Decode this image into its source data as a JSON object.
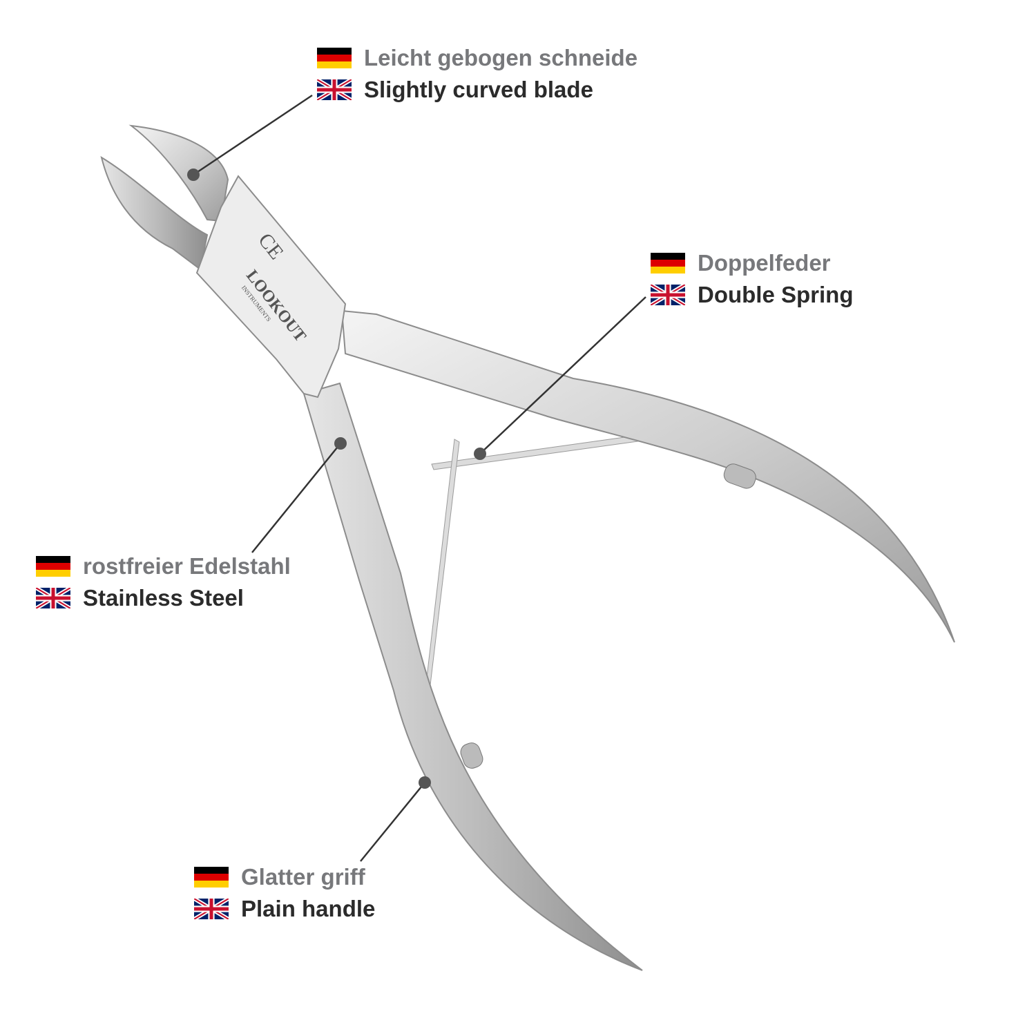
{
  "product_logo": {
    "brand": "LOOKOUT",
    "subtitle": "INSTRUMENTS",
    "mark": "CE"
  },
  "callouts": [
    {
      "de": "Leicht gebogen schneide",
      "en": "Slightly curved blade"
    },
    {
      "de": "Doppelfeder",
      "en": "Double Spring"
    },
    {
      "de": "rostfreier Edelstahl",
      "en": "Stainless Steel"
    },
    {
      "de": "Glatter griff",
      "en": "Plain handle"
    }
  ],
  "colors": {
    "german_text": "#77787b",
    "english_text": "#2b2b2b",
    "leader_line": "#333333",
    "steel": "#c9c9c9"
  }
}
